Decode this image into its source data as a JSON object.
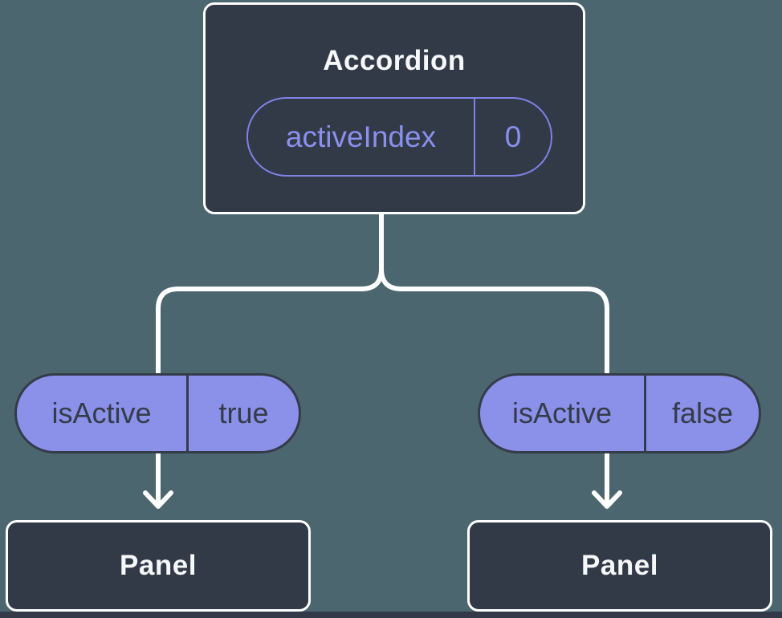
{
  "colors": {
    "background": "#4c666f",
    "node_dark": "#323947",
    "node_border": "#ffffff",
    "pill_fill": "#8b90e8",
    "pill_outline": "#7e83e6",
    "purple_text": "#8a90ec",
    "dark_text": "#343b49",
    "connector": "#ffffff"
  },
  "tree": {
    "root": {
      "title": "Accordion",
      "state": {
        "label": "activeIndex",
        "value": "0"
      }
    },
    "left_branch": {
      "prop": {
        "label": "isActive",
        "value": "true"
      },
      "child": {
        "title": "Panel"
      }
    },
    "right_branch": {
      "prop": {
        "label": "isActive",
        "value": "false"
      },
      "child": {
        "title": "Panel"
      }
    }
  }
}
